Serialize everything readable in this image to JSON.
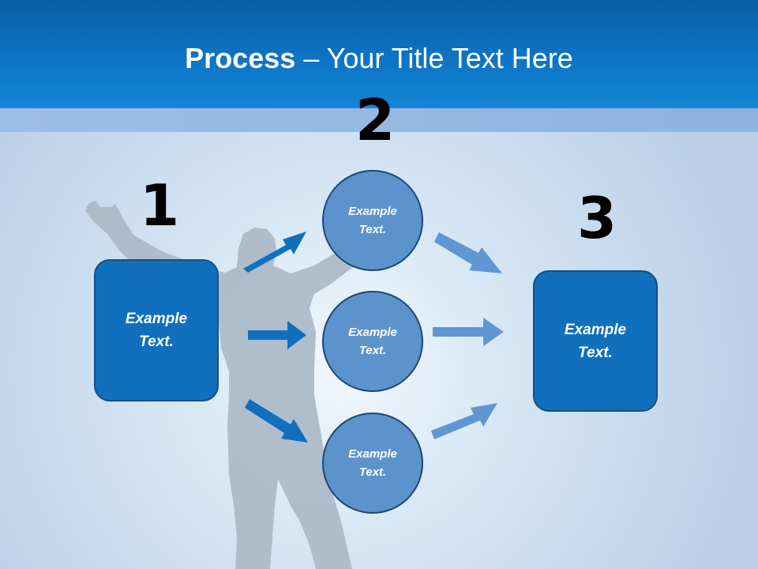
{
  "title": {
    "bold": "Process",
    "rest": " – Your Title Text Here"
  },
  "steps": {
    "one": {
      "number": "1",
      "label": "Example\nText."
    },
    "two": {
      "number": "2",
      "labels": [
        "Example\nText.",
        "Example\nText.",
        "Example\nText."
      ]
    },
    "three": {
      "number": "3",
      "label": "Example\nText."
    }
  },
  "colors": {
    "header": "#0d74c6",
    "box_fill": "#1170bd",
    "circle_fill": "#5d93cc",
    "arrow_dark": "#1170bd",
    "arrow_light": "#5f97d2",
    "silhouette": "#aab8c6"
  },
  "icons": {
    "arrows": "right-arrow-icon",
    "figure": "person-silhouette"
  }
}
